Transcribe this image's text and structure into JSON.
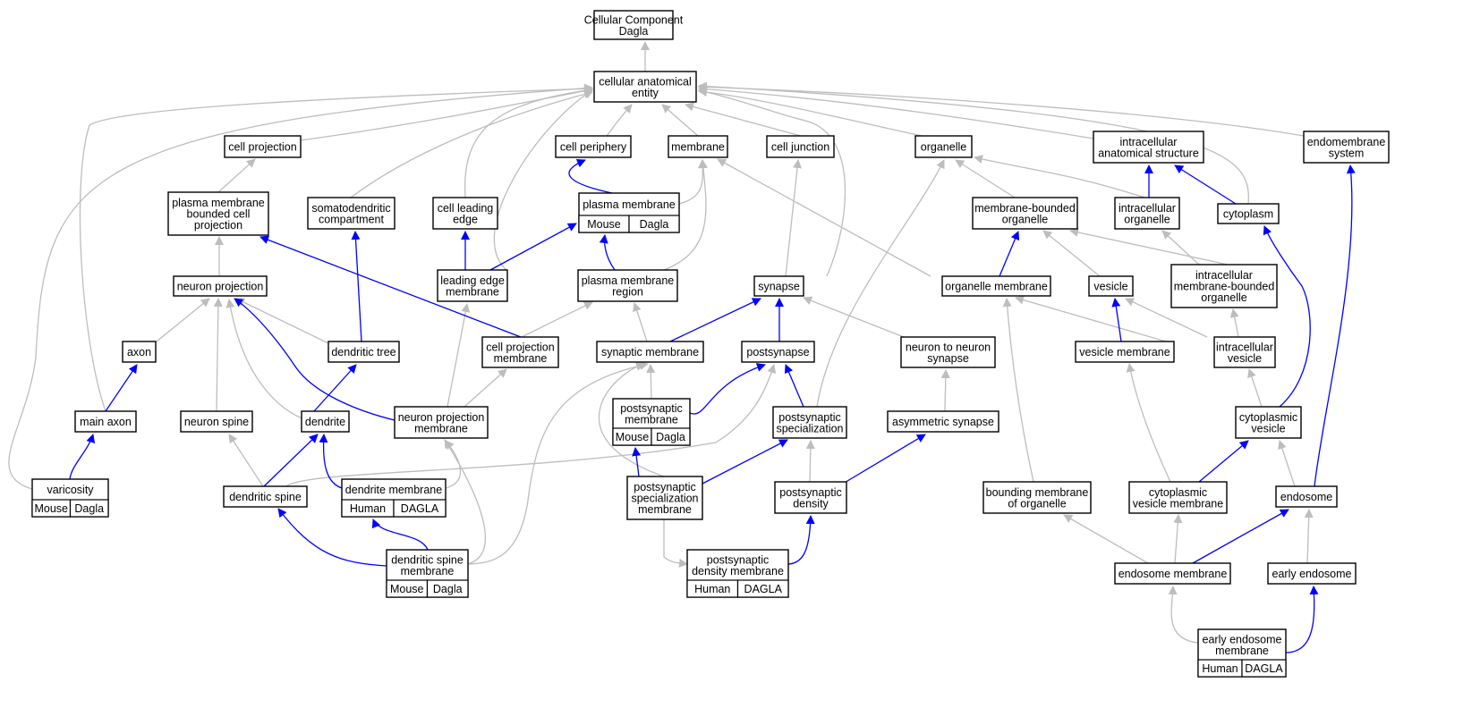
{
  "colors": {
    "is_a_edge": "#bdbdbd",
    "part_of_edge": "#0000ff",
    "mouse_annotation": "#add8e6",
    "human_annotation": "#fa5a42"
  },
  "nodes": {
    "root": "Cellular Component\nDagla",
    "cae": "cellular anatomical\nentity",
    "cellproj": "cell projection",
    "cellperiph": "cell periphery",
    "membrane": "membrane",
    "celljunction": "cell junction",
    "organelle": "organelle",
    "ias": "intracellular\nanatomical structure",
    "endomembrane": "endomembrane\nsystem",
    "pmbcp": "plasma membrane\nbounded cell\nprojection",
    "somato": "somatodendritic\ncompartment",
    "leadedge": "cell leading\nedge",
    "plasmamem": "plasma membrane",
    "mbo": "membrane-bounded\norganelle",
    "intraorg": "intracellular\norganelle",
    "cytoplasm": "cytoplasm",
    "neuronproj": "neuron projection",
    "lemem": "leading edge\nmembrane",
    "pmregion": "plasma membrane\nregion",
    "synapse": "synapse",
    "orgmem": "organelle membrane",
    "vesicle": "vesicle",
    "imbo": "intracellular\nmembrane-bounded\norganelle",
    "axon": "axon",
    "dendtree": "dendritic tree",
    "cpm": "cell projection\nmembrane",
    "synmem": "synaptic membrane",
    "postsyn": "postsynapse",
    "n2n": "neuron to neuron\nsynapse",
    "vesmem": "vesicle membrane",
    "intraves": "intracellular\nvesicle",
    "mainaxon": "main axon",
    "nspine": "neuron spine",
    "dendrite": "dendrite",
    "npm": "neuron projection\nmembrane",
    "psm": "postsynaptic\nmembrane",
    "pss": "postsynaptic\nspecialization",
    "asymsyn": "asymmetric synapse",
    "cytves": "cytoplasmic\nvesicle",
    "varicosity": "varicosity",
    "dspine": "dendritic spine",
    "dendmem": "dendrite membrane",
    "pssm": "postsynaptic\nspecialization\nmembrane",
    "psd": "postsynaptic\ndensity",
    "bmo": "bounding membrane\nof organelle",
    "cvm": "cytoplasmic\nvesicle membrane",
    "endosome": "endosome",
    "dsm": "dendritic spine\nmembrane",
    "psdm": "postsynaptic\ndensity membrane",
    "endomem": "endosome membrane",
    "earlyendo": "early endosome",
    "eem": "early endosome\nmembrane"
  },
  "annotations": {
    "plasmamem": [
      "Mouse",
      "Dagla"
    ],
    "psm": [
      "Mouse",
      "Dagla"
    ],
    "varicosity": [
      "Mouse",
      "Dagla"
    ],
    "dsm": [
      "Mouse",
      "Dagla"
    ],
    "dendmem": [
      "Human",
      "DAGLA"
    ],
    "psdm": [
      "Human",
      "DAGLA"
    ],
    "eem": [
      "Human",
      "DAGLA"
    ]
  }
}
